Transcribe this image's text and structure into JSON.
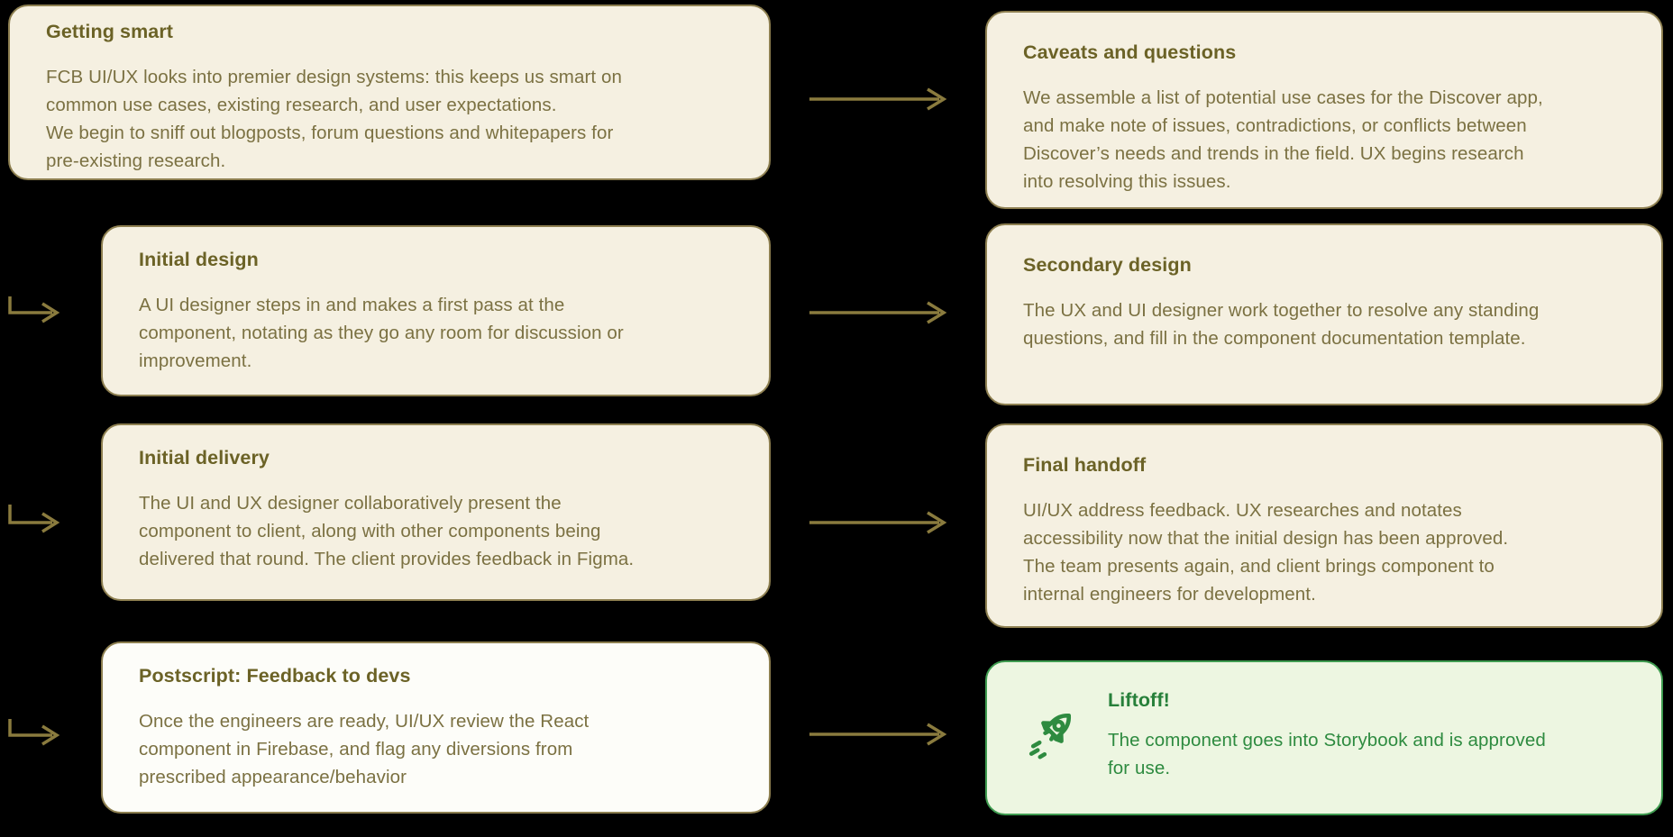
{
  "canvas": {
    "background": "#000000"
  },
  "colors": {
    "card_background": "#f5f0e1",
    "card_border": "#8d7f50",
    "title_text": "#6b6226",
    "body_text": "#7b7142",
    "arrow": "#8a7b3e",
    "white_card_background": "#fdfdf9",
    "green_card_background": "#edf6e1",
    "green_card_border": "#3f9c50",
    "green_text": "#2e8b40"
  },
  "cards": [
    {
      "id": "getting-smart",
      "title": "Getting smart",
      "body": [
        "FCB UI/UX looks into premier design systems: this keeps us smart on",
        "common use cases, existing research, and user expectations.",
        "We begin to sniff out blogposts, forum questions and whitepapers for",
        "pre-existing research."
      ]
    },
    {
      "id": "caveats-and-questions",
      "title": "Caveats and questions",
      "body": [
        "We assemble a list of potential use cases for the Discover app,",
        "and make note of issues, contradictions, or conflicts between",
        "Discover’s needs and trends in the field. UX begins research",
        "into resolving this issues."
      ]
    },
    {
      "id": "initial-design",
      "title": "Initial design",
      "body": [
        "A UI designer steps in and makes a first pass at the",
        "component, notating as they go any room for discussion or",
        "improvement."
      ]
    },
    {
      "id": "secondary-design",
      "title": "Secondary design",
      "body": [
        "The UX and UI designer work together to resolve any standing",
        "questions, and fill in the component documentation template."
      ]
    },
    {
      "id": "initial-delivery",
      "title": "Initial delivery",
      "body": [
        "The UI and UX designer collaboratively present the",
        "component to client, along with other components being",
        "delivered that round. The client provides feedback in Figma."
      ]
    },
    {
      "id": "final-handoff",
      "title": "Final handoff",
      "body": [
        "UI/UX address feedback. UX researches and notates",
        "accessibility now that the initial design has been approved.",
        "The team presents again, and client brings component to",
        "internal engineers for development."
      ]
    },
    {
      "id": "postscript-feedback-to-devs",
      "title": "Postscript: Feedback to devs",
      "body": [
        "Once the engineers are ready, UI/UX review the React",
        "component in Firebase, and flag any diversions from",
        "prescribed appearance/behavior"
      ]
    },
    {
      "id": "liftoff",
      "title": "Liftoff!",
      "icon": "rocket-icon",
      "body": [
        "The component goes into Storybook and is approved",
        "for use."
      ]
    }
  ],
  "connectors": {
    "row_arrows": [
      "getting-smart → caveats-and-questions",
      "initial-design → secondary-design",
      "initial-delivery → final-handoff",
      "postscript-feedback-to-devs → liftoff"
    ],
    "elbow_arrows": [
      "→ initial-design",
      "→ initial-delivery",
      "→ postscript-feedback-to-devs"
    ]
  }
}
